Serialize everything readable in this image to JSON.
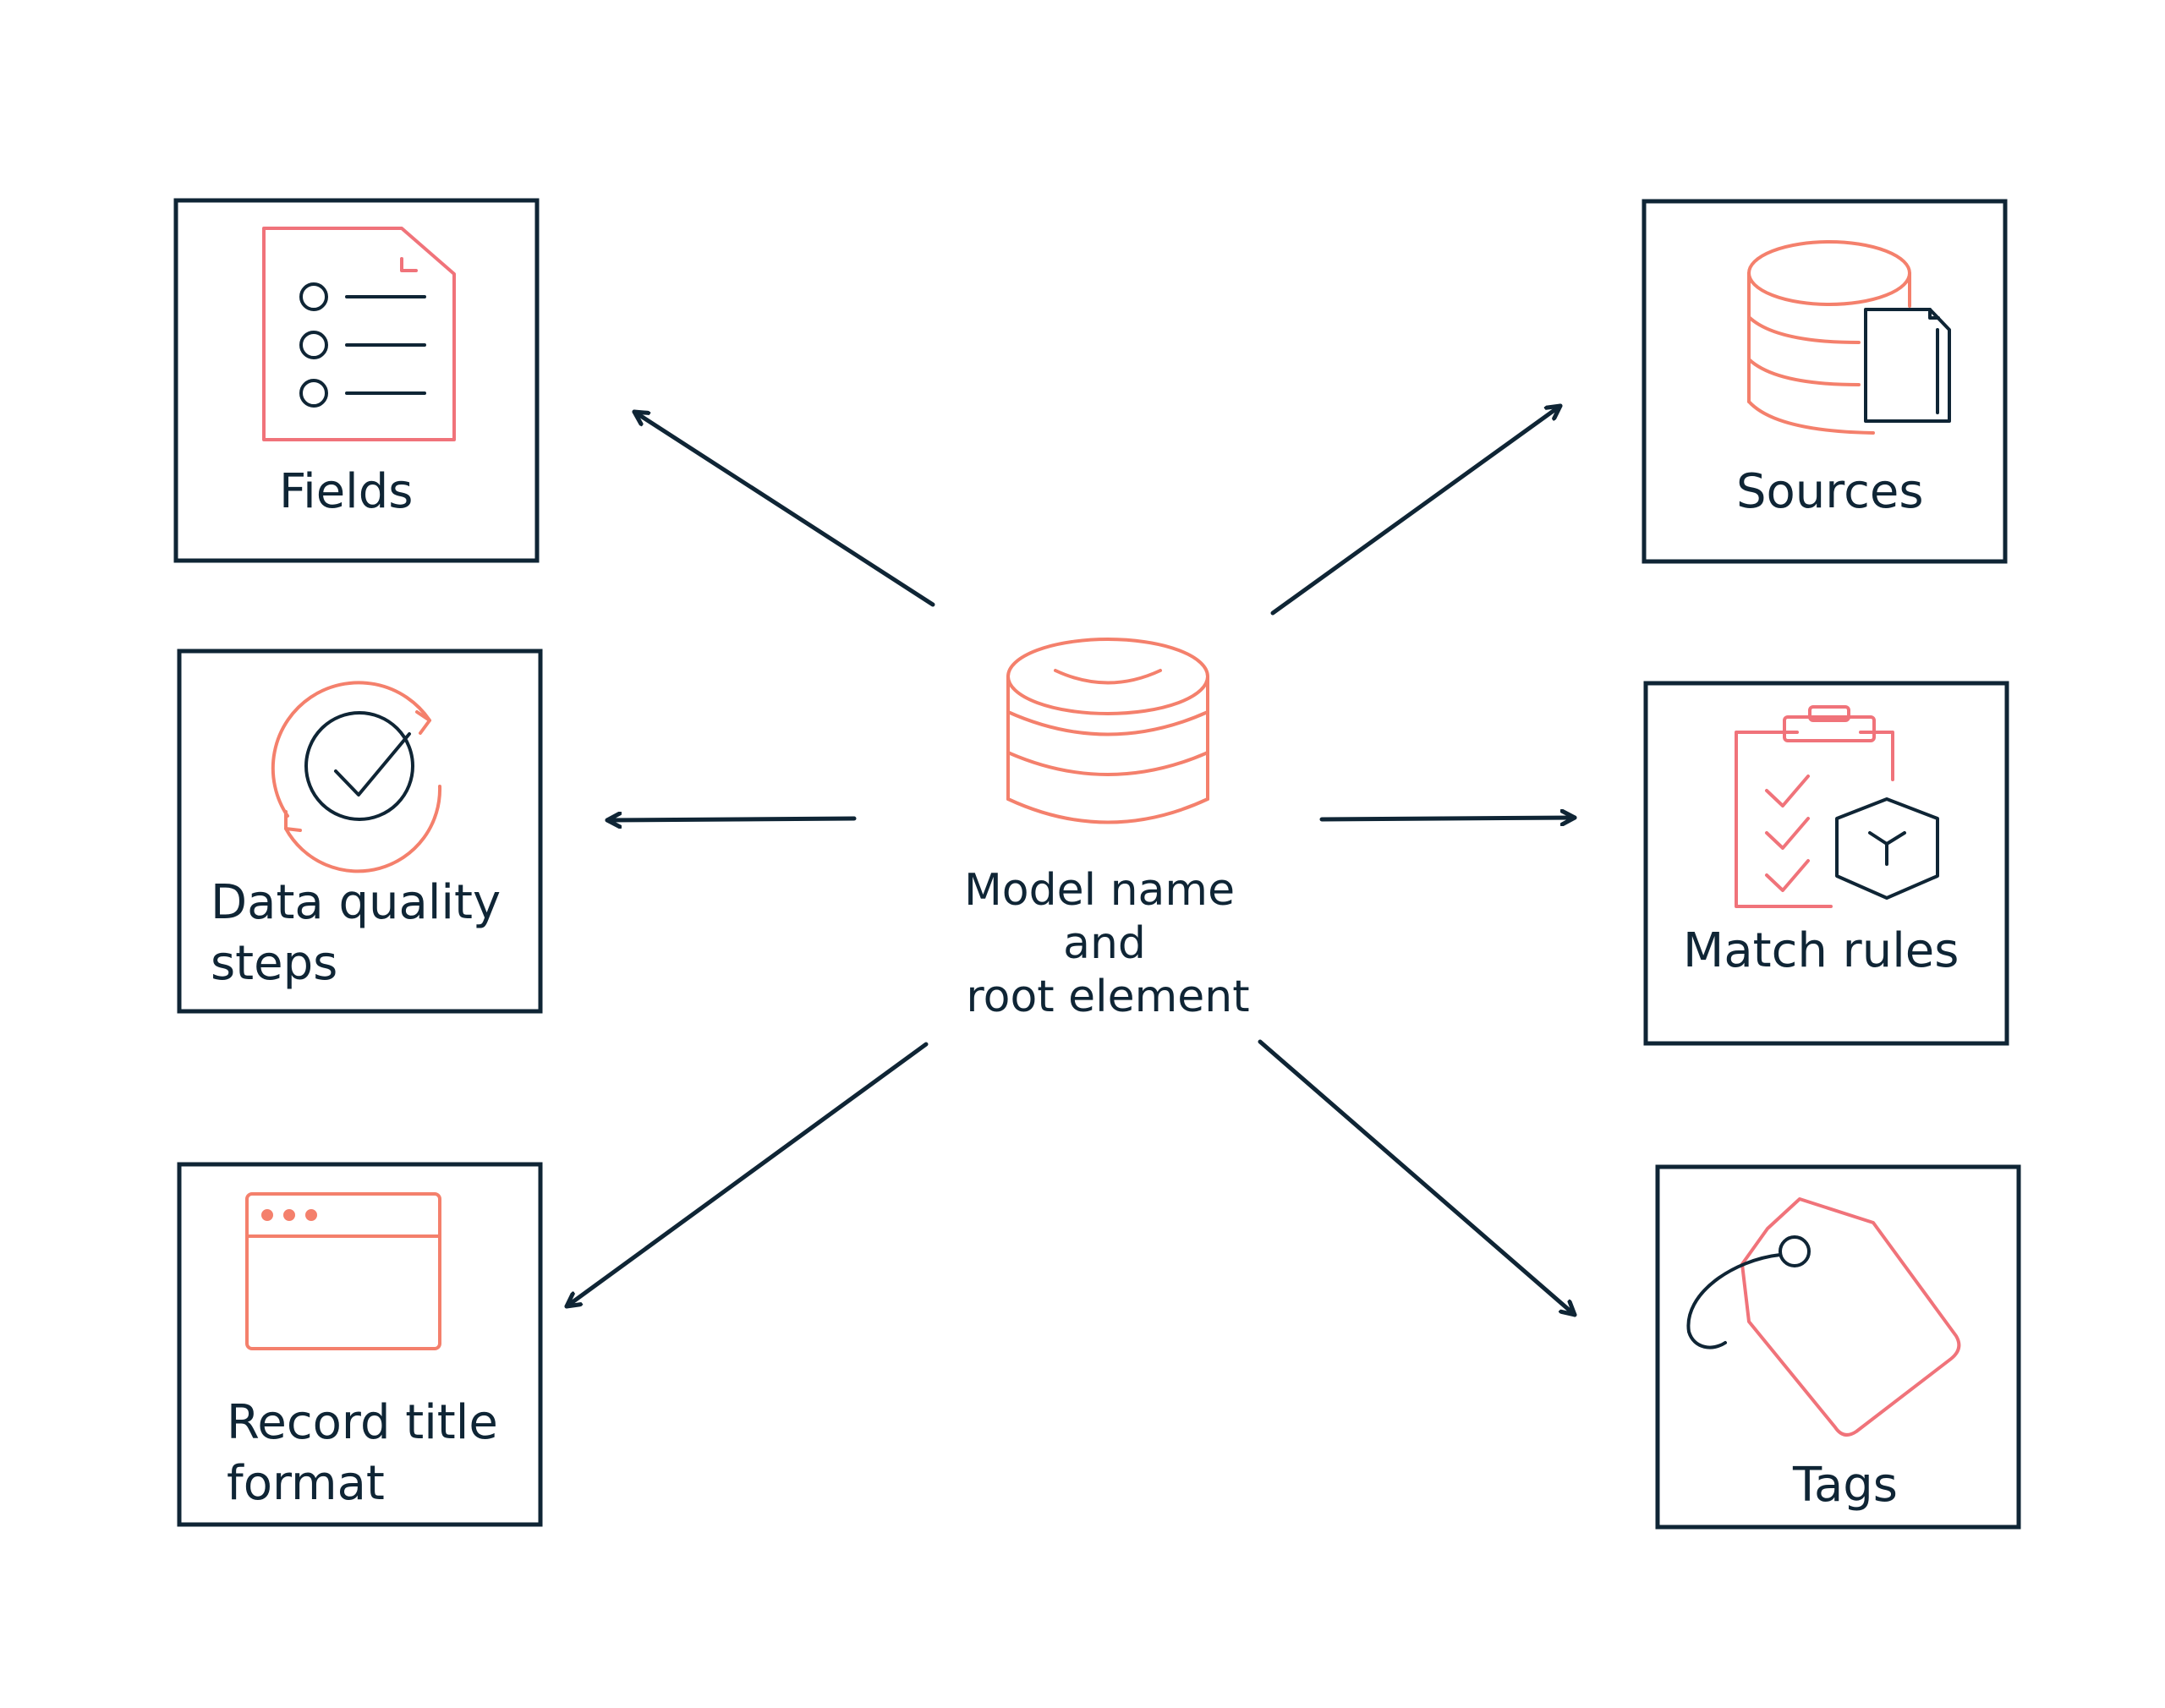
{
  "center": {
    "line1": "Model name",
    "line2": "and",
    "line3": "root element",
    "icon": "database-icon"
  },
  "boxes": {
    "fields": {
      "label": "Fields",
      "icon": "list-document-icon"
    },
    "data_quality": {
      "line1": "Data quality",
      "line2": "steps",
      "icon": "refresh-check-icon"
    },
    "record_title": {
      "line1": "Record title",
      "line2": "format",
      "icon": "browser-window-icon"
    },
    "sources": {
      "label": "Sources",
      "icon": "database-document-icon"
    },
    "match_rules": {
      "label": "Match rules",
      "icon": "clipboard-cube-icon"
    },
    "tags": {
      "label": "Tags",
      "icon": "tag-icon"
    }
  },
  "colors": {
    "ink": "#0f2535",
    "accent": "#f4806c",
    "accent_pink": "#f0737a",
    "background": "#ffffff"
  }
}
